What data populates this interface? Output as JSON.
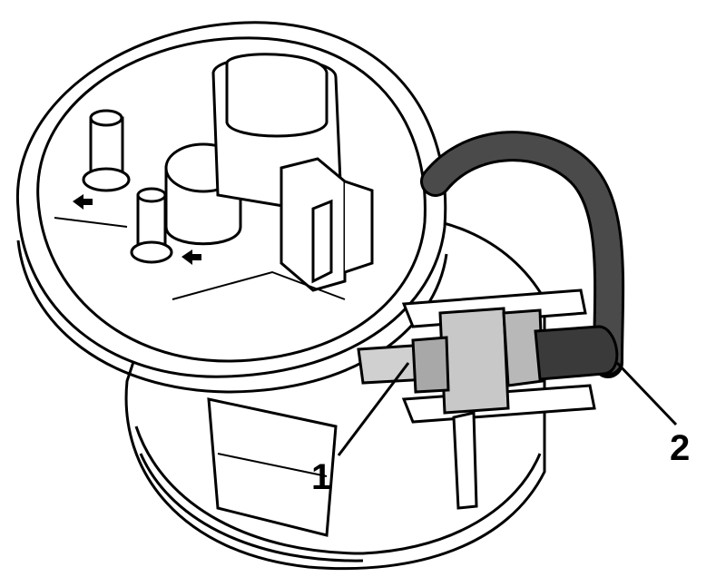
{
  "callouts": [
    {
      "id": "1",
      "text": "1"
    },
    {
      "id": "2",
      "text": "2"
    }
  ],
  "colors": {
    "line": "#000000",
    "fill_light": "#ffffff",
    "fill_gray": "#b8b8b8",
    "fill_dark": "#3a3a3a",
    "hose": "#4a4a4a"
  }
}
